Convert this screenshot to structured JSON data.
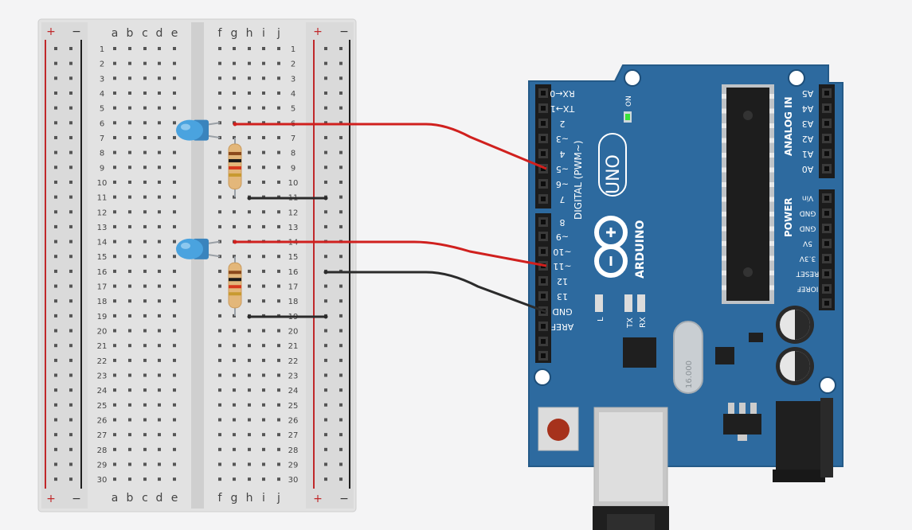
{
  "breadboard": {
    "columns_left": [
      "a",
      "b",
      "c",
      "d",
      "e"
    ],
    "columns_right": [
      "f",
      "g",
      "h",
      "i",
      "j"
    ],
    "rows": 30,
    "rail_plus": "+",
    "rail_minus": "−"
  },
  "arduino": {
    "brand": "ARDUINO",
    "model": "UNO",
    "on_label": "ON",
    "digital_title": "DIGITAL (PWM~)",
    "analog_title": "ANALOG IN",
    "power_title": "POWER",
    "digital_top": [
      "RX←0",
      "TX→1",
      "2",
      "~3",
      "4",
      "~5",
      "~6",
      "7"
    ],
    "digital_bottom": [
      "8",
      "~9",
      "~10",
      "~11",
      "12",
      "13",
      "GND",
      "AREF"
    ],
    "analog_pins": [
      "A5",
      "A4",
      "A3",
      "A2",
      "A1",
      "A0"
    ],
    "power_pins": [
      "Vin",
      "GND",
      "GND",
      "5V",
      "3.3V",
      "RESET",
      "IOREF"
    ],
    "led_labels": [
      "L",
      "TX",
      "RX"
    ],
    "crystal_label": "16.000"
  },
  "components": {
    "leds": [
      {
        "row": 6,
        "color": "#4aa3df"
      },
      {
        "row": 14,
        "color": "#4aa3df"
      }
    ],
    "resistors": [
      {
        "from_row": 7,
        "to_row": 11,
        "bands": [
          "#8b4a1c",
          "#1a1a1a",
          "#d63a1e",
          "#c89a30"
        ]
      },
      {
        "from_row": 15,
        "to_row": 19,
        "bands": [
          "#8b4a1c",
          "#1a1a1a",
          "#d63a1e",
          "#c89a30"
        ]
      }
    ]
  },
  "colors": {
    "board": "#2d6a9f",
    "wire_red": "#d0201e",
    "wire_black": "#2b2b2b",
    "led_green": "#39e33a"
  }
}
